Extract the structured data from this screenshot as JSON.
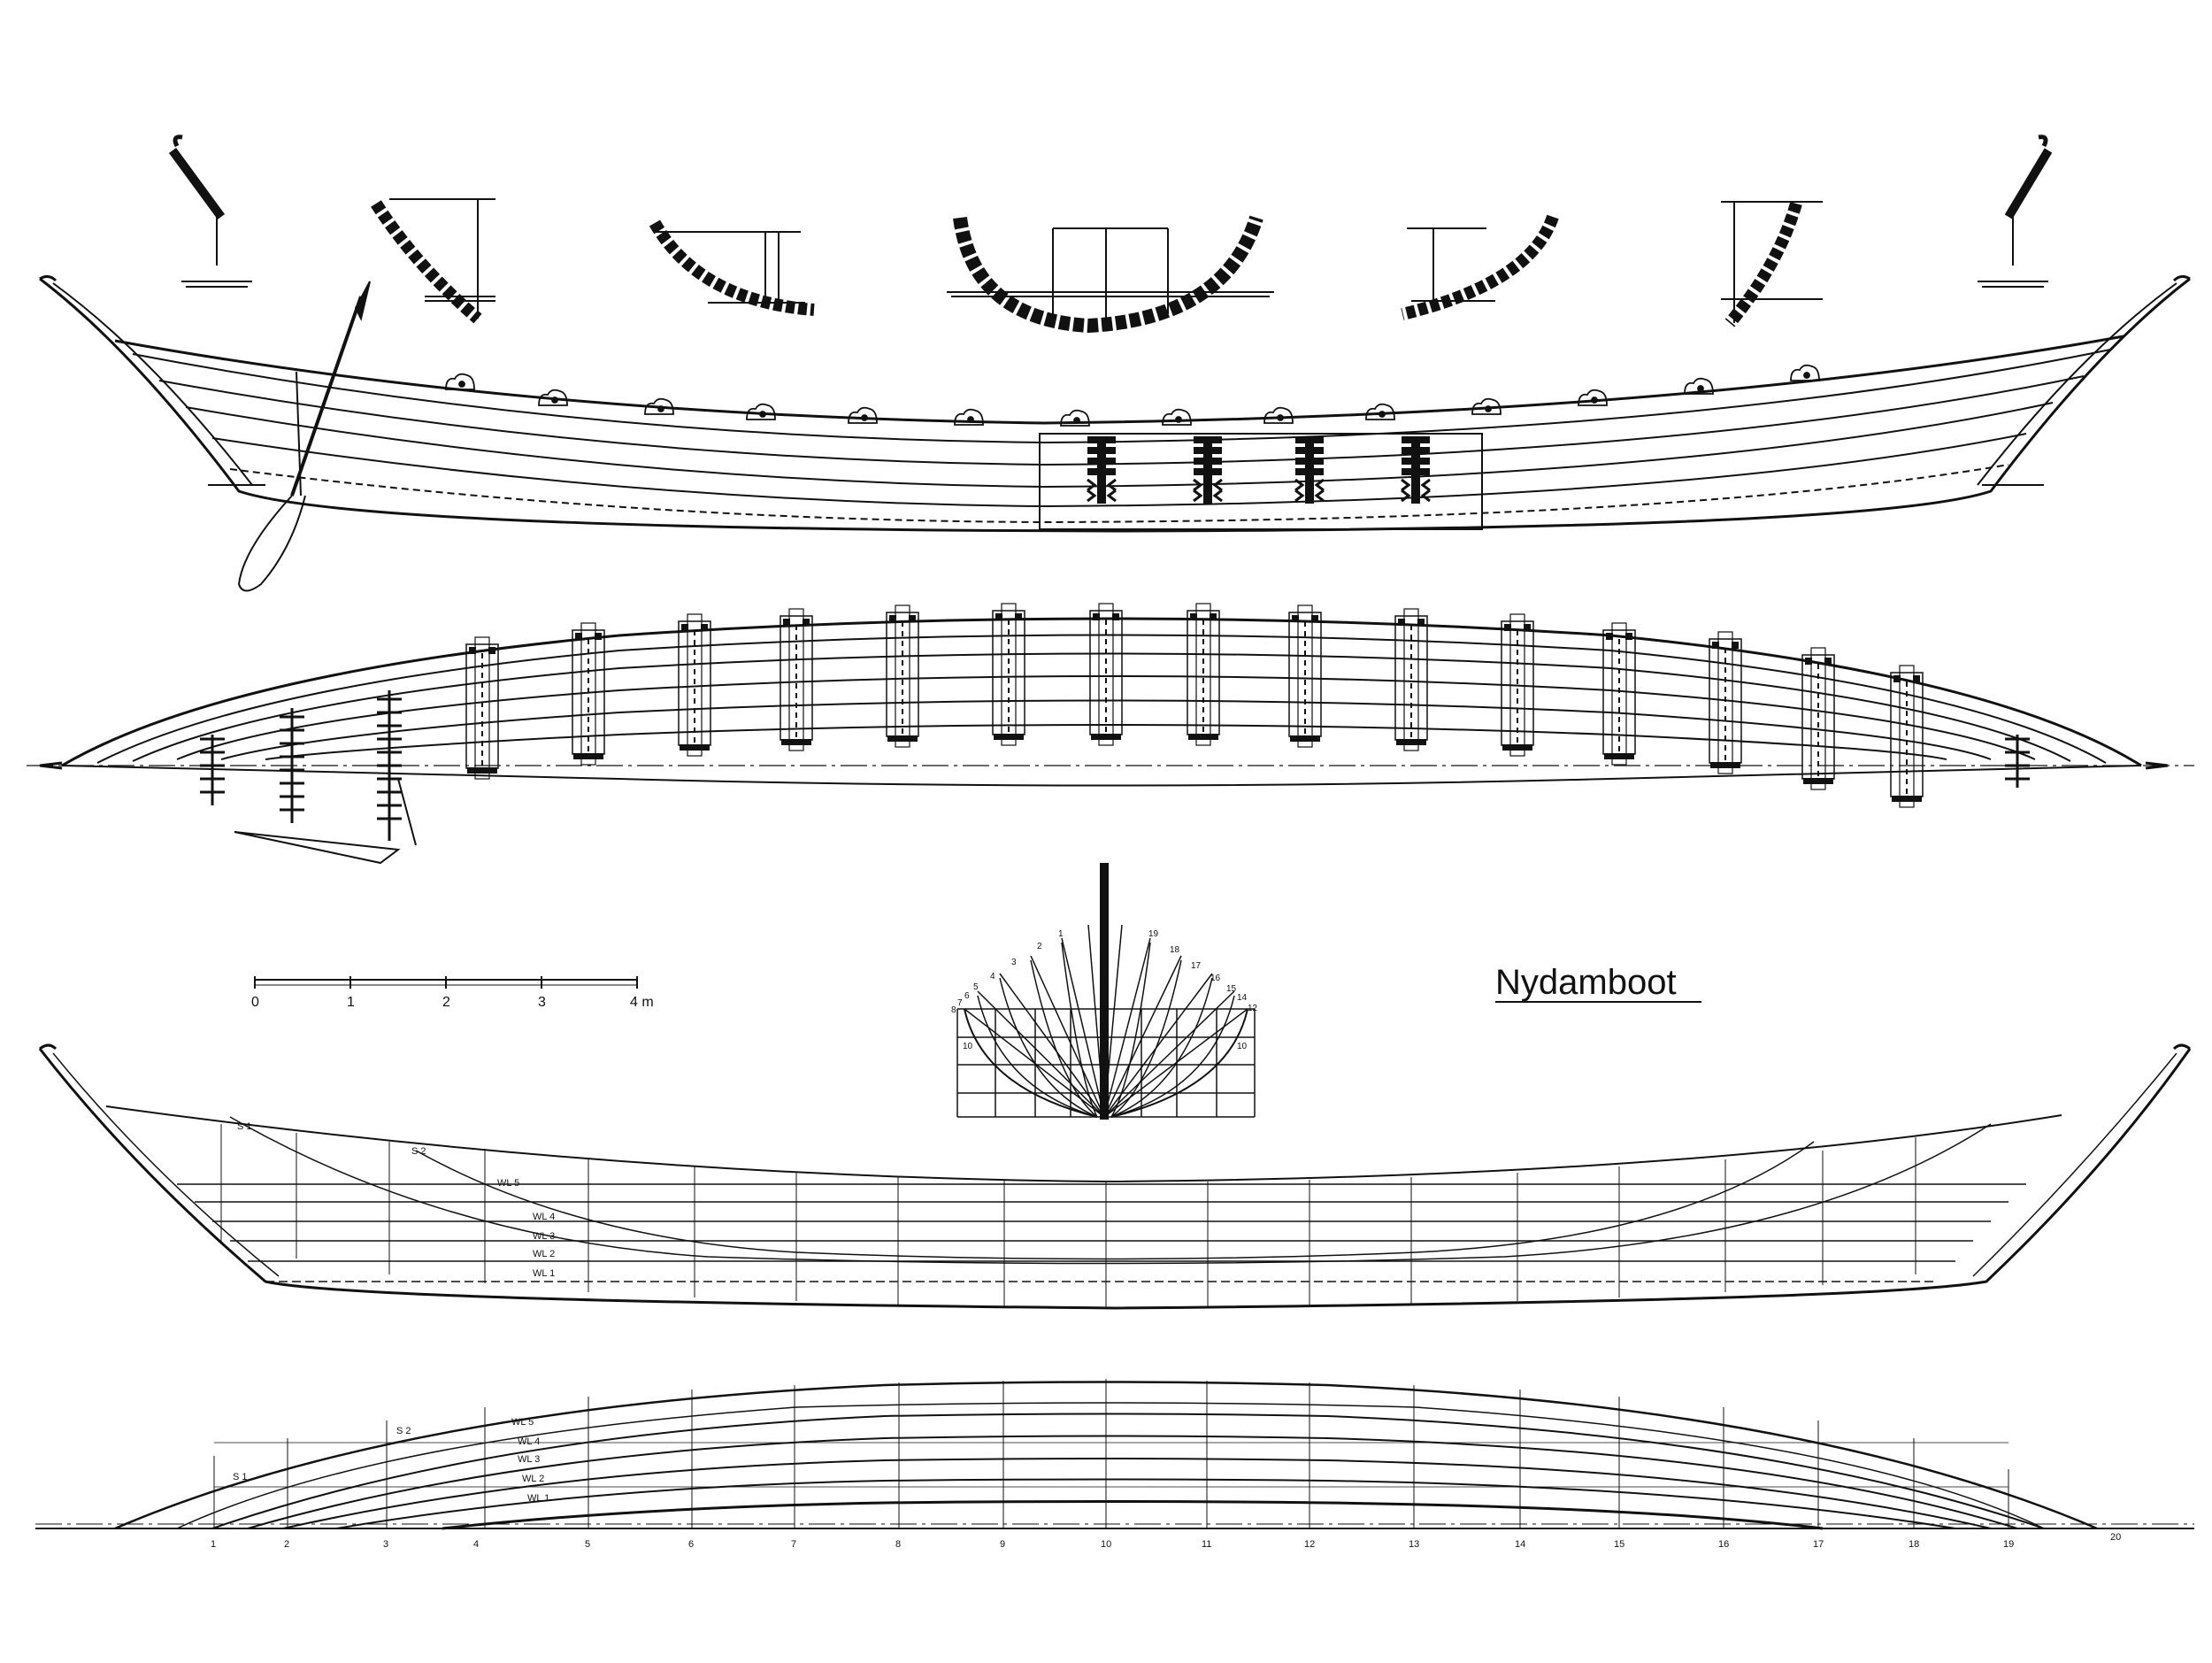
{
  "title": "Nydamboot",
  "scale_bar": {
    "labels": [
      "0",
      "1",
      "2",
      "3",
      "4 m"
    ]
  },
  "body_plan": {
    "fore_numbers": [
      "1",
      "2",
      "3",
      "4",
      "5",
      "6",
      "7",
      "8"
    ],
    "aft_numbers": [
      "19",
      "18",
      "17",
      "16",
      "15",
      "14",
      "12"
    ],
    "left_mark": "10",
    "right_mark": "10"
  },
  "sheer_plan": {
    "stations": [
      "S 1",
      "S 2"
    ],
    "waterlines": [
      "WL 5",
      "WL 4",
      "WL 3",
      "WL 2",
      "WL 1"
    ]
  },
  "half_breadth_plan": {
    "stations": [
      "S 2",
      "S 1"
    ],
    "waterlines": [
      "WL 5",
      "WL 4",
      "WL 3",
      "WL 2",
      "WL 1"
    ],
    "frame_numbers": [
      "1",
      "2",
      "3",
      "4",
      "5",
      "6",
      "7",
      "8",
      "9",
      "10",
      "11",
      "12",
      "13",
      "14",
      "15",
      "16",
      "17",
      "18",
      "19",
      "20"
    ]
  },
  "colors": {
    "ink": "#111111",
    "paper": "#ffffff"
  }
}
